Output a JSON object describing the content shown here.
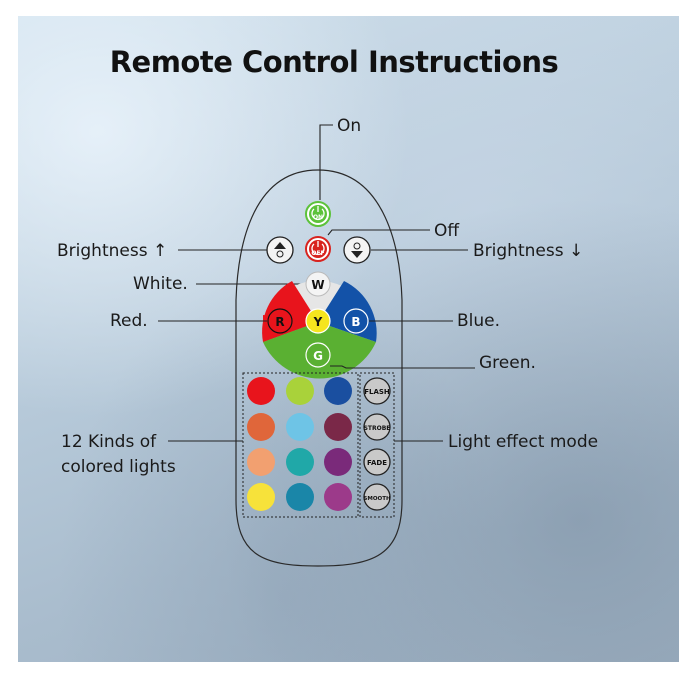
{
  "title": "Remote Control Instructions",
  "labels": {
    "on": "On",
    "off": "Off",
    "brightness_up": "Brightness ↑",
    "brightness_down": "Brightness ↓",
    "white": "White.",
    "red": "Red.",
    "blue": "Blue.",
    "green": "Green.",
    "colors_line1": "12 Kinds of",
    "colors_line2": "colored lights",
    "effect_mode": "Light effect mode"
  },
  "buttons": {
    "on": "ON",
    "off": "OFF",
    "white": "W",
    "red": "R",
    "yellow": "Y",
    "blue": "B",
    "green": "G",
    "flash": "FLASH",
    "strobe": "STROBE",
    "fade": "FADE",
    "smooth": "SMOOTH"
  },
  "colors": {
    "on": "#5cc23a",
    "off": "#d8231f",
    "red": "#e8141c",
    "blue": "#1352a8",
    "green": "#5ab032",
    "yellow": "#f5e51e",
    "swatches": [
      [
        "#e8141c",
        "#a9d23a",
        "#1a4fa0"
      ],
      [
        "#e0663a",
        "#6ec4e6",
        "#7a2848"
      ],
      [
        "#f2a070",
        "#20a8a8",
        "#7a2a7a"
      ],
      [
        "#f7e23a",
        "#1a86a8",
        "#9c3a8a"
      ]
    ]
  }
}
